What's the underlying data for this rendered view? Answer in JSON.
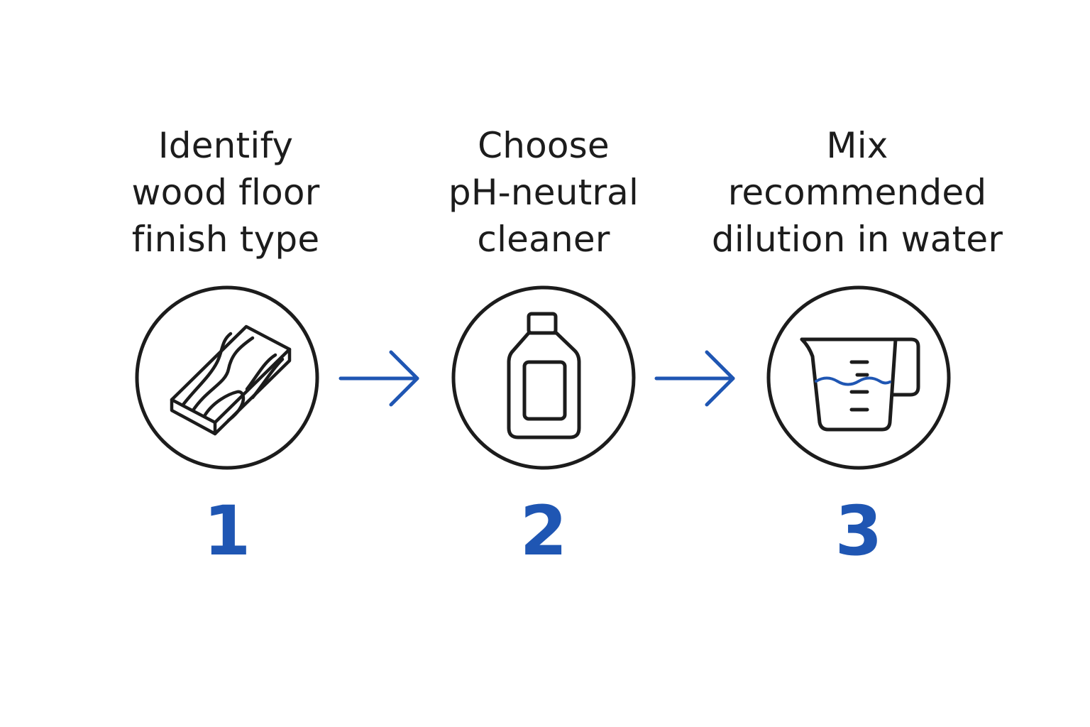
{
  "colors": {
    "outline": "#1c1c1c",
    "accent": "#1f56b3",
    "background": "#ffffff"
  },
  "steps": [
    {
      "number": "1",
      "title_lines": [
        "Identify",
        "wood floor",
        "finish type"
      ],
      "icon": "wood-plank-icon"
    },
    {
      "number": "2",
      "title_lines": [
        "Choose",
        "pH-neutral",
        "cleaner"
      ],
      "icon": "bottle-icon"
    },
    {
      "number": "3",
      "title_lines": [
        "Mix",
        "recommended",
        "dilution in water"
      ],
      "icon": "measuring-cup-icon"
    }
  ],
  "connectors": [
    "arrow-right-icon",
    "arrow-right-icon"
  ]
}
